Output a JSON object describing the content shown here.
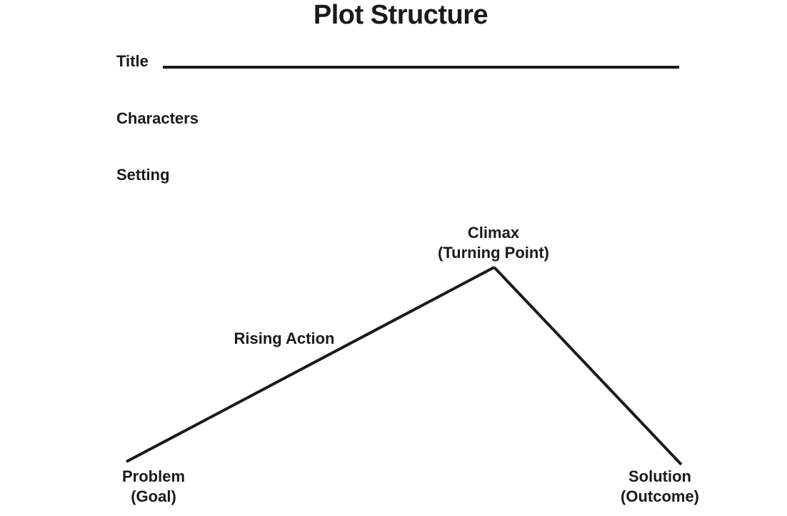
{
  "title": "Plot Structure",
  "fields": {
    "title_label": "Title",
    "characters_label": "Characters",
    "setting_label": "Setting"
  },
  "diagram": {
    "climax": {
      "label": "Climax",
      "sublabel": "(Turning Point)"
    },
    "rising_action": {
      "label": "Rising Action"
    },
    "problem": {
      "label": "Problem",
      "sublabel": "(Goal)"
    },
    "solution": {
      "label": "Solution",
      "sublabel": "(Outcome)"
    }
  },
  "colors": {
    "ink": "#1a1a1a",
    "background": "#ffffff"
  }
}
